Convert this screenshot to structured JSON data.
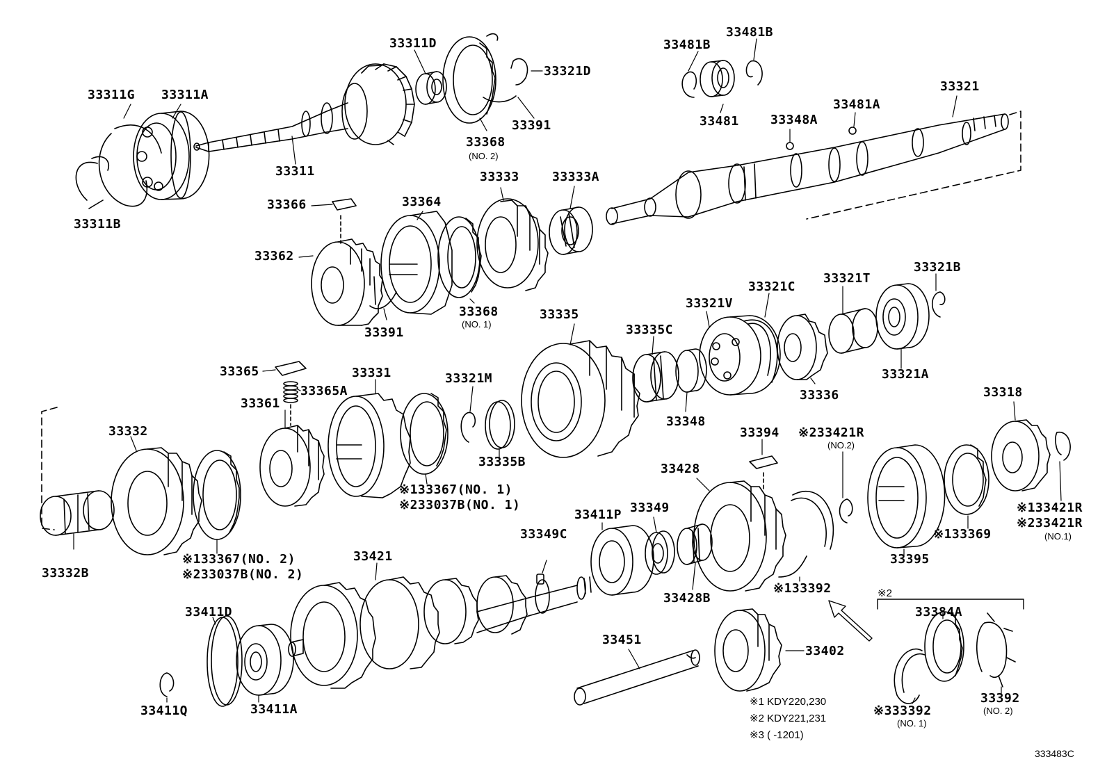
{
  "labels": {
    "l33311G": "33311G",
    "l33311A": "33311A",
    "l33311B": "33311B",
    "l33311": "33311",
    "l33311D": "33311D",
    "l33321D": "33321D",
    "l33391_top": "33391",
    "l33368_top": "33368",
    "l33368_top_sub": "(NO. 2)",
    "l33481B_a": "33481B",
    "l33481B_b": "33481B",
    "l33481": "33481",
    "l33348A": "33348A",
    "l33481A": "33481A",
    "l33321": "33321",
    "l33366": "33366",
    "l33364": "33364",
    "l33333": "33333",
    "l33333A": "33333A",
    "l33362": "33362",
    "l33368_mid": "33368",
    "l33368_mid_sub": "(NO. 1)",
    "l33391_mid": "33391",
    "l33321B": "33321B",
    "l33321T": "33321T",
    "l33321C": "33321C",
    "l33321V": "33321V",
    "l33335": "33335",
    "l33335C": "33335C",
    "l33336": "33336",
    "l33321A": "33321A",
    "l33348": "33348",
    "l33365": "33365",
    "l33365A": "33365A",
    "l33331": "33331",
    "l33361": "33361",
    "l33321M": "33321M",
    "l33332": "33332",
    "l33335B": "33335B",
    "l33367_no1": "※133367(NO. 1)",
    "l33037B_no1": "※233037B(NO. 1)",
    "l33332B": "33332B",
    "l33367_no2": "※133367(NO. 2)",
    "l33037B_no2": "※233037B(NO. 2)",
    "l33394": "33394",
    "l33421R_no2": "※233421R",
    "l33421R_no2_sub": "(NO.2)",
    "l33318": "33318",
    "l33428": "33428",
    "l33349": "33349",
    "l33411P": "33411P",
    "l33349C": "33349C",
    "l33421R_a": "※133421R",
    "l33421R_b": "※233421R",
    "l33421R_sub": "(NO.1)",
    "l33369": "※133369",
    "l33395": "33395",
    "l33428B": "33428B",
    "l33392_mid": "※133392",
    "l33421": "33421",
    "l33411D": "33411D",
    "l33411A": "33411A",
    "l33411Q": "33411Q",
    "l33451": "33451",
    "l33402": "33402",
    "l_star2": "※2",
    "l33384A": "33384A",
    "l33392_no1": "※333392",
    "l33392_no1_sub": "(NO. 1)",
    "l33392_no2": "33392",
    "l33392_no2_sub": "(NO. 2)"
  },
  "notes": {
    "n1": "※1 KDY220,230",
    "n2": "※2 KDY221,231",
    "n3": "※3 (       -1201)"
  },
  "figure_code": "333483C",
  "colors": {
    "line": "#000000",
    "background": "#ffffff"
  }
}
